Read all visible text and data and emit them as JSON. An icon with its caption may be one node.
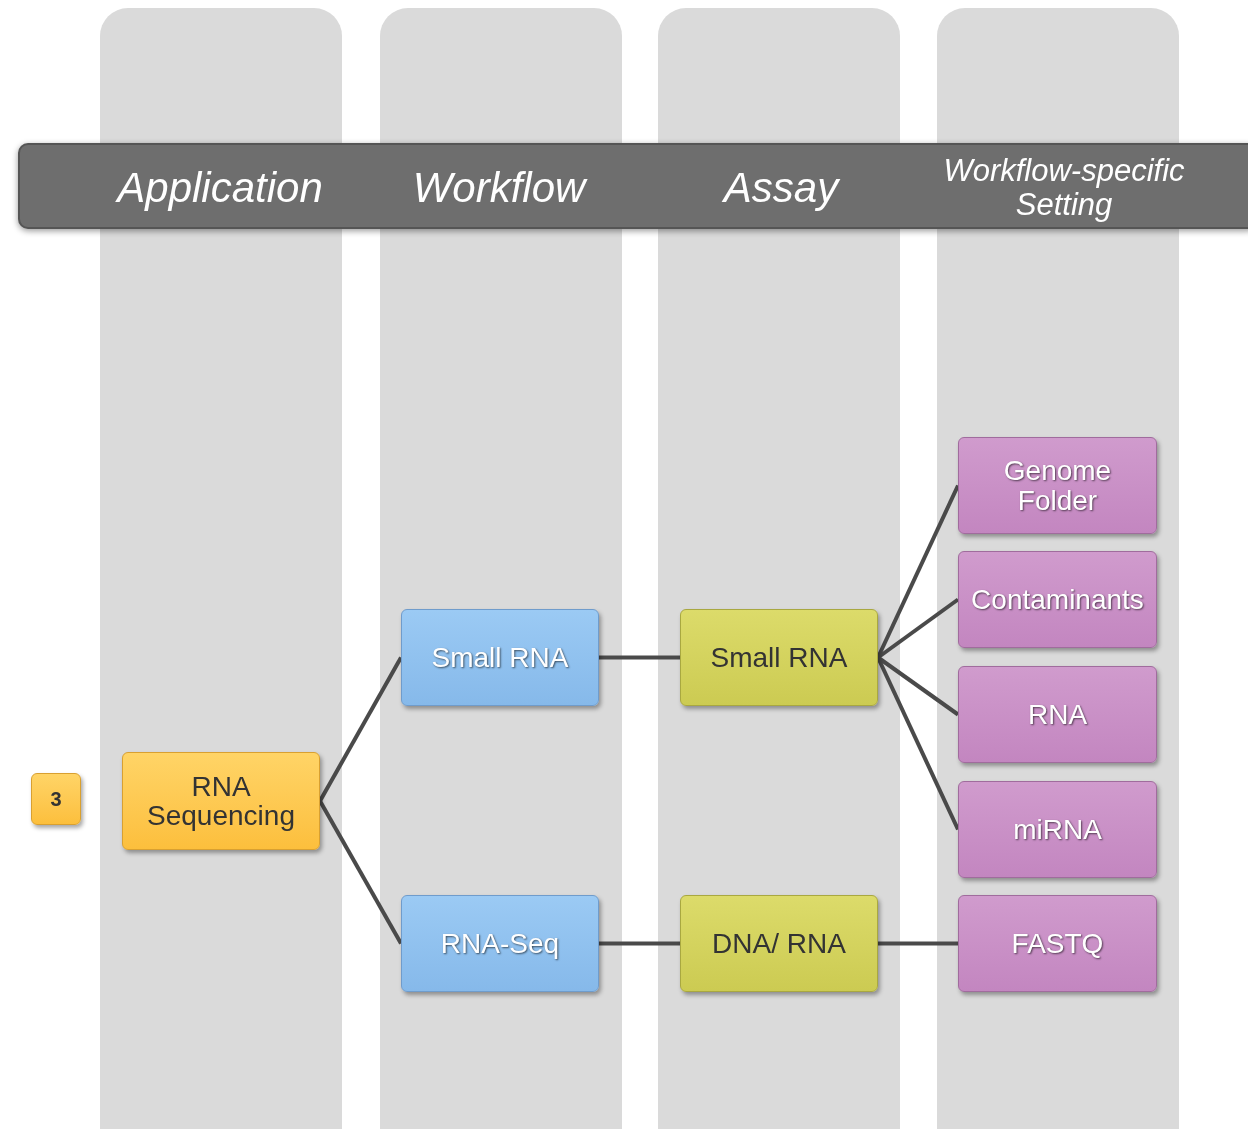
{
  "diagram": {
    "nodes": [
      {
        "text": [
          "Application",
          "Workflow",
          "Assay",
          "Workflow-specific Setting"
        ]
      },
      {
        "text": [
          "3"
        ]
      },
      {
        "text": [
          "RNA Sequencing"
        ]
      },
      {
        "text": [
          "Small RNA"
        ]
      },
      {
        "text": [
          "RNA-Seq"
        ]
      },
      {
        "text": [
          "Small RNA"
        ]
      },
      {
        "text": [
          "DNA/ RNA"
        ]
      },
      {
        "text": [
          "Genome Folder"
        ]
      },
      {
        "text": [
          "Contaminants"
        ]
      },
      {
        "text": [
          "RNA"
        ]
      },
      {
        "text": [
          "miRNA"
        ]
      },
      {
        "text": [
          "FASTQ"
        ]
      }
    ],
    "edges": [
      {
        "from": 2,
        "to": 3,
        "arrow": "none"
      },
      {
        "from": 2,
        "to": 4,
        "arrow": "none"
      },
      {
        "from": 3,
        "to": 5,
        "arrow": "none"
      },
      {
        "from": 4,
        "to": 6,
        "arrow": "none"
      },
      {
        "from": 5,
        "to": 7,
        "arrow": "none"
      },
      {
        "from": 5,
        "to": 8,
        "arrow": "none"
      },
      {
        "from": 5,
        "to": 9,
        "arrow": "none"
      },
      {
        "from": 5,
        "to": 10,
        "arrow": "none"
      },
      {
        "from": 6,
        "to": 11,
        "arrow": "none"
      }
    ]
  }
}
